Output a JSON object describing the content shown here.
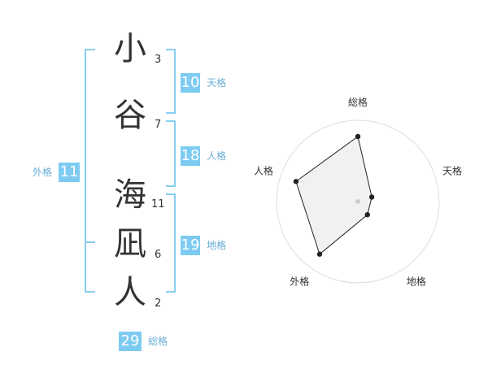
{
  "name": {
    "characters": [
      {
        "char": "小",
        "strokes": "3"
      },
      {
        "char": "谷",
        "strokes": "7"
      },
      {
        "char": "海",
        "strokes": "11"
      },
      {
        "char": "凪",
        "strokes": "6"
      },
      {
        "char": "人",
        "strokes": "2"
      }
    ]
  },
  "fortunes": {
    "tenkaku": {
      "value": "10",
      "label": "天格"
    },
    "jinkaku": {
      "value": "18",
      "label": "人格"
    },
    "chikaku": {
      "value": "19",
      "label": "地格"
    },
    "gaikaku": {
      "value": "11",
      "label": "外格"
    },
    "soukaku": {
      "value": "29",
      "label": "総格"
    }
  },
  "chart_data": {
    "type": "radar",
    "axes": [
      "総格",
      "天格",
      "地格",
      "外格",
      "人格"
    ],
    "values": [
      0.8,
      0.18,
      0.2,
      0.8,
      0.8
    ],
    "range": [
      0,
      1
    ],
    "rings": 5,
    "colors": {
      "fill": "#efefef",
      "line": "#222222",
      "ring": "#dddddd",
      "accent": "#7ecbf2"
    }
  },
  "colors": {
    "accent": "#7ecbf2",
    "bracket": "#87ceee",
    "label": "#6aaed6"
  }
}
